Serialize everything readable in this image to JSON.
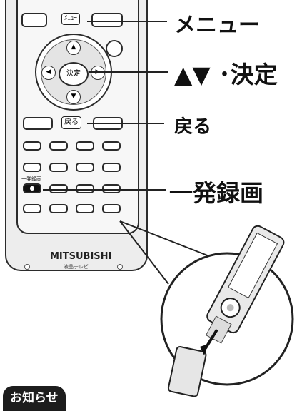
{
  "callouts": {
    "menu": "メニュー",
    "updown_ok": "▲▼ ･決定",
    "back": "戻る",
    "one_touch_rec": "一発録画"
  },
  "remote": {
    "menu_button_label": "ﾒﾆｭｰ",
    "ok_button_label": "決定",
    "back_button_label": "戻る",
    "rec_button_label": "一発録画",
    "rec_button_symbol": "●",
    "up_arrow": "▲",
    "down_arrow": "▼",
    "left_arrow": "◀",
    "right_arrow": "▶",
    "brand": "MITSUBISHI",
    "brand_sub": "液晶テレビ"
  },
  "footer": {
    "badge": "お知らせ"
  },
  "colors": {
    "line": "#222222",
    "remote_body": "#ededed",
    "badge_bg": "#1d1d1d"
  }
}
